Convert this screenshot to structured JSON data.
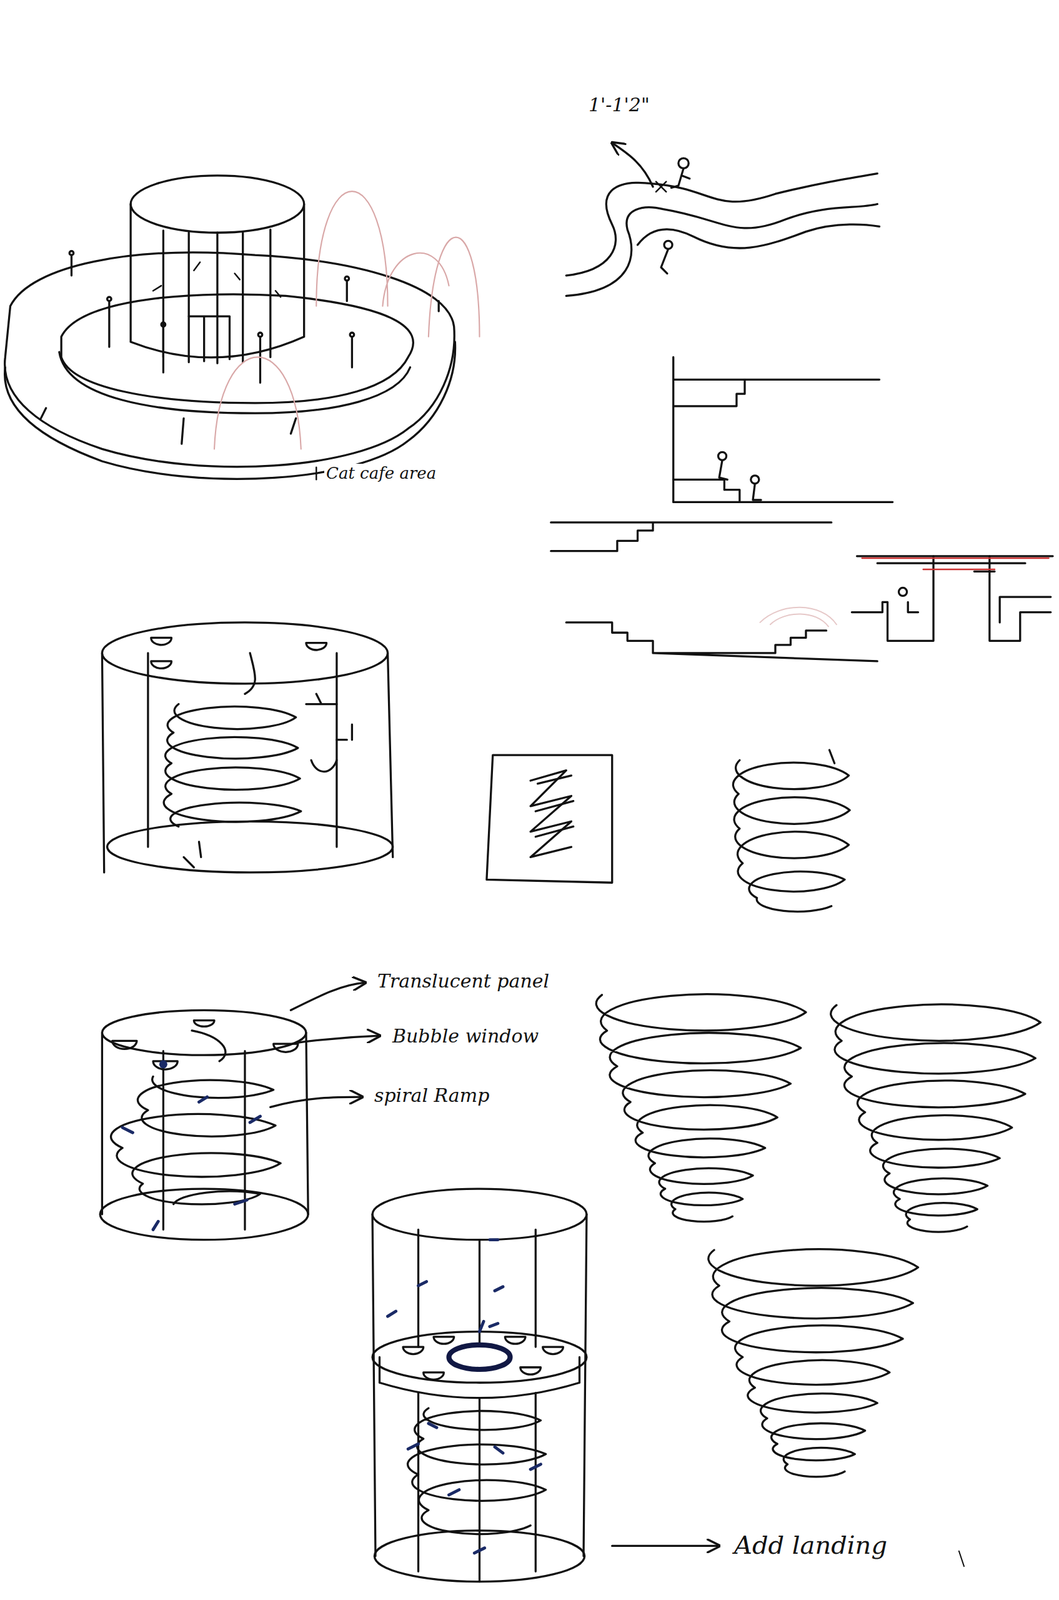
{
  "diagram": {
    "labels": [
      "1'-1'2\"",
      "Cat cafe area",
      "Translucent panel",
      "Bubble window",
      "spiral Ramp",
      "Add landing"
    ]
  }
}
